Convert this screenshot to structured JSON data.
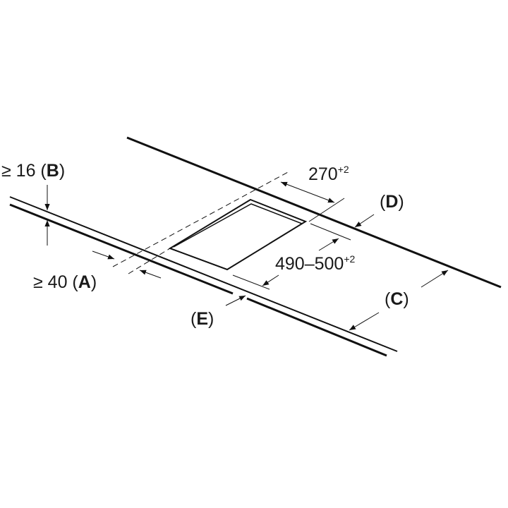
{
  "labels": {
    "b": {
      "prefix": "≥ 16 (",
      "letter": "B",
      "suffix": ")"
    },
    "a": {
      "prefix": "≥ 40 (",
      "letter": "A",
      "suffix": ")"
    },
    "width": {
      "value": "270",
      "tolerance": "+2"
    },
    "depth": {
      "value": "490–500",
      "tolerance": "+2"
    },
    "d": {
      "prefix": "(",
      "letter": "D",
      "suffix": ")"
    },
    "c": {
      "prefix": "(",
      "letter": "C",
      "suffix": ")"
    },
    "e": {
      "prefix": "(",
      "letter": "E",
      "suffix": ")"
    }
  }
}
